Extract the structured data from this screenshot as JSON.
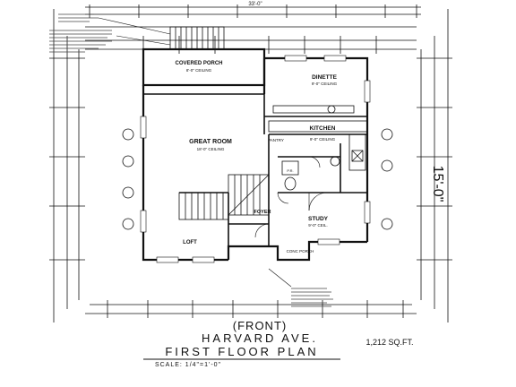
{
  "rooms": {
    "covered_porch": "COVERED PORCH",
    "covered_porch_note": "8'-0\" CEILING",
    "dinette": "DINETTE",
    "dinette_ceiling": "9'-0\" CEILING",
    "kitchen": "KITCHEN",
    "kitchen_ceiling": "9'-0\" CEILING",
    "great_room": "GREAT ROOM",
    "great_room_ceiling": "18'-0\" CEILING",
    "pantry": "PANTRY",
    "foyer": "FOYER",
    "study": "STUDY",
    "study_ceiling": "9'-0\" CEIL.",
    "loft": "LOFT",
    "conc_porch": "CONC PORCH",
    "pr": "P.R."
  },
  "overall_dimensions": {
    "top_total": "33'-0\"",
    "right_depth": "15'-0\""
  },
  "title_block": {
    "front": "(FRONT)",
    "street": "HARVARD AVE.",
    "plan_title": "FIRST FLOOR PLAN",
    "area": "1,212 SQ.FT.",
    "scale": "SCALE: 1/4\"=1'-0\""
  },
  "colors": {
    "ink": "#111111",
    "paper": "#ffffff"
  }
}
